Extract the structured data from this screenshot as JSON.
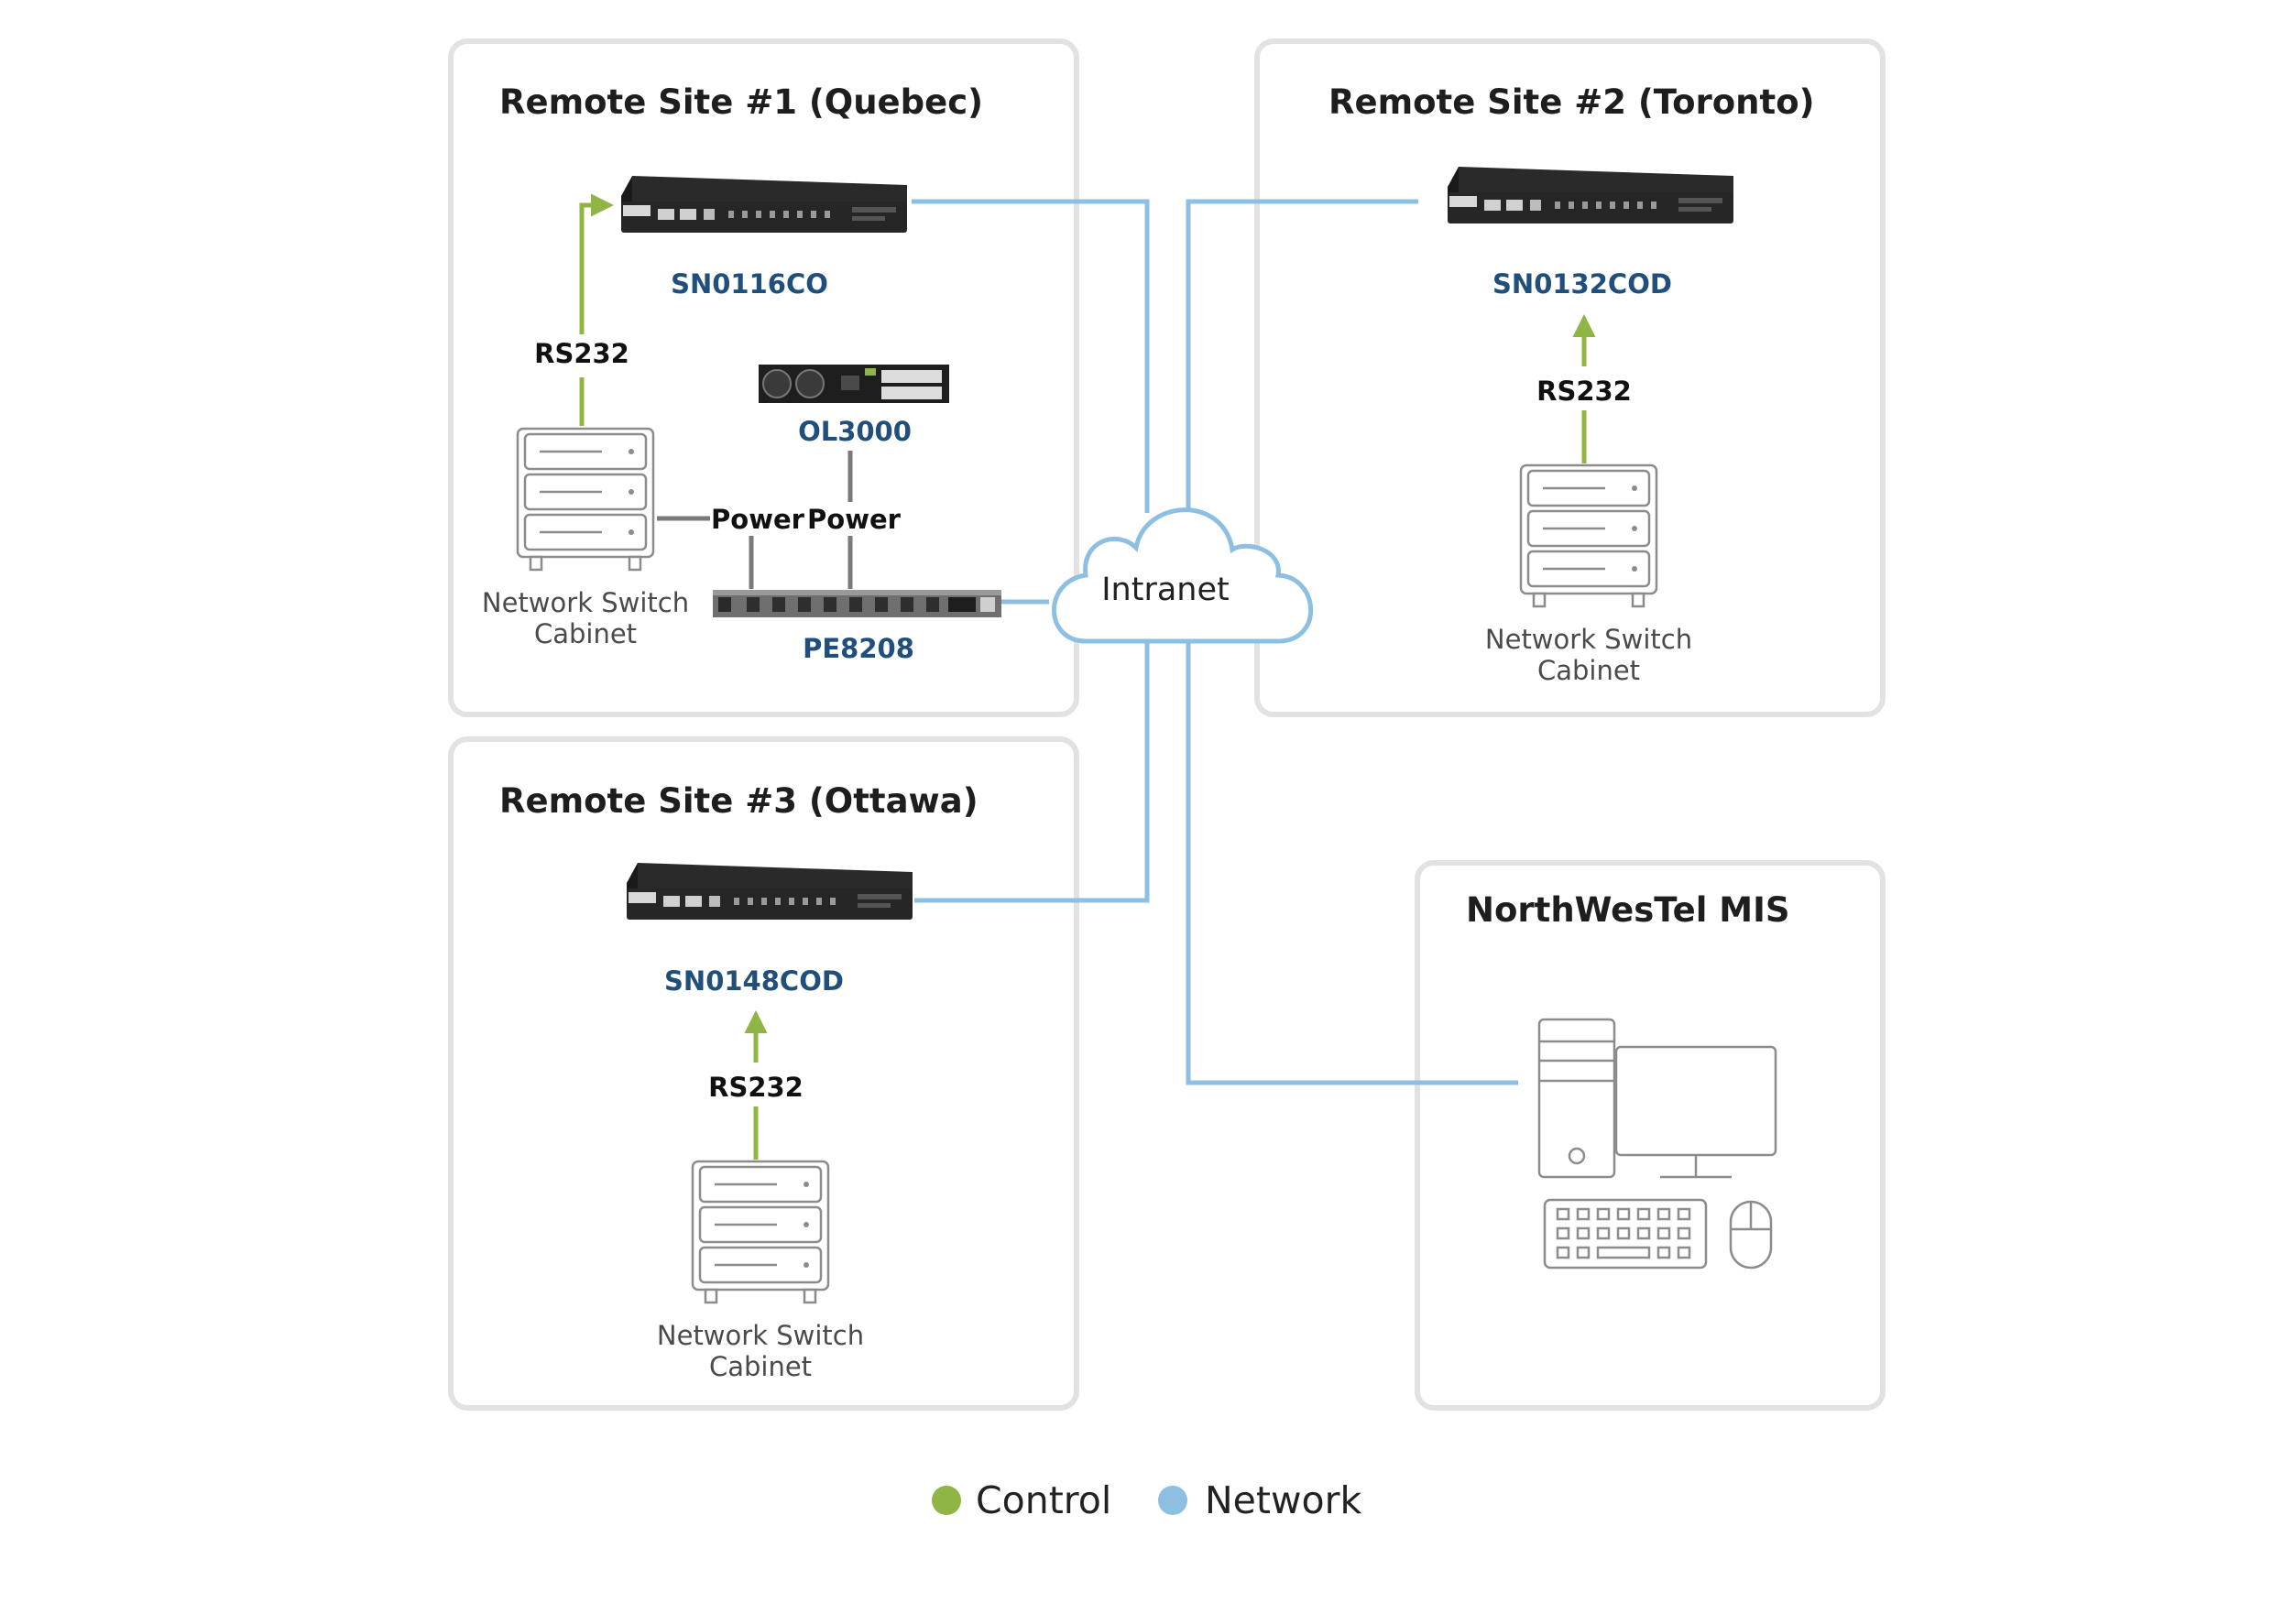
{
  "sites": {
    "quebec": {
      "title": "Remote Site #1 (Quebec)",
      "console_model": "SN0116CO",
      "control_label": "RS232",
      "cabinet_line1": "Network Switch",
      "cabinet_line2": "Cabinet",
      "ups_model": "OL3000",
      "pdu_model": "PE8208",
      "power_label_left": "Power",
      "power_label_right": "Power"
    },
    "toronto": {
      "title": "Remote Site #2 (Toronto)",
      "console_model": "SN0132COD",
      "control_label": "RS232",
      "cabinet_line1": "Network Switch",
      "cabinet_line2": "Cabinet"
    },
    "ottawa": {
      "title": "Remote Site #3 (Ottawa)",
      "console_model": "SN0148COD",
      "control_label": "RS232",
      "cabinet_line1": "Network Switch",
      "cabinet_line2": "Cabinet"
    },
    "mis": {
      "title": "NorthWesTel MIS"
    }
  },
  "cloud": {
    "label": "Intranet"
  },
  "legend": {
    "control": {
      "label": "Control",
      "color": "#8fb545"
    },
    "network": {
      "label": "Network",
      "color": "#8dbfe2"
    }
  },
  "icons": [
    "console-server-icon",
    "ups-icon",
    "pdu-icon",
    "network-switch-cabinet-icon",
    "cloud-icon",
    "desktop-computer-icon"
  ]
}
